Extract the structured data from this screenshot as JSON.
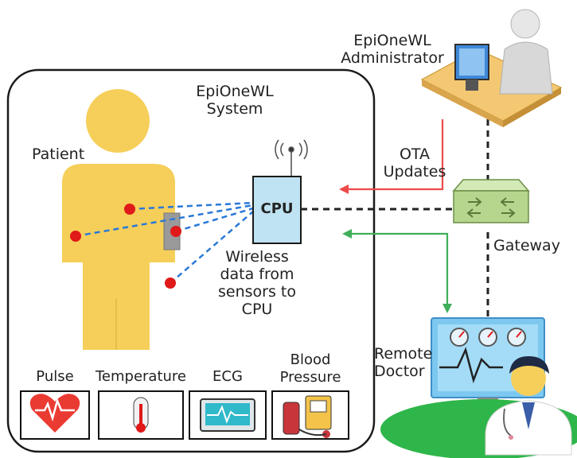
{
  "system": {
    "title_line1": "EpiOneWL",
    "title_line2": "System"
  },
  "administrator": {
    "line1": "EpiOneWL",
    "line2": "Administrator"
  },
  "patient": {
    "label": "Patient"
  },
  "cpu": {
    "label": "CPU"
  },
  "ota": {
    "line1": "OTA",
    "line2": "Updates"
  },
  "gateway": {
    "label": "Gateway"
  },
  "wireless": {
    "line1": "Wireless",
    "line2": "data from",
    "line3": "sensors to",
    "line4": "CPU"
  },
  "doctor": {
    "line1": "Remote",
    "line2": "Doctor"
  },
  "sensors": {
    "pulse": "Pulse",
    "temperature": "Temperature",
    "ecg": "ECG",
    "bp_line1": "Blood",
    "bp_line2": "Pressure"
  },
  "colors": {
    "body": "#f6cf5a",
    "sensor_dot": "#e01919",
    "wireless_line": "#2a78d6",
    "ota_arrow": "#ee4a4a",
    "doctor_arrow": "#3fae5a",
    "cpu_fill": "#bfe3f2",
    "ground": "#2fb64a",
    "gateway": "#b6d68e"
  }
}
